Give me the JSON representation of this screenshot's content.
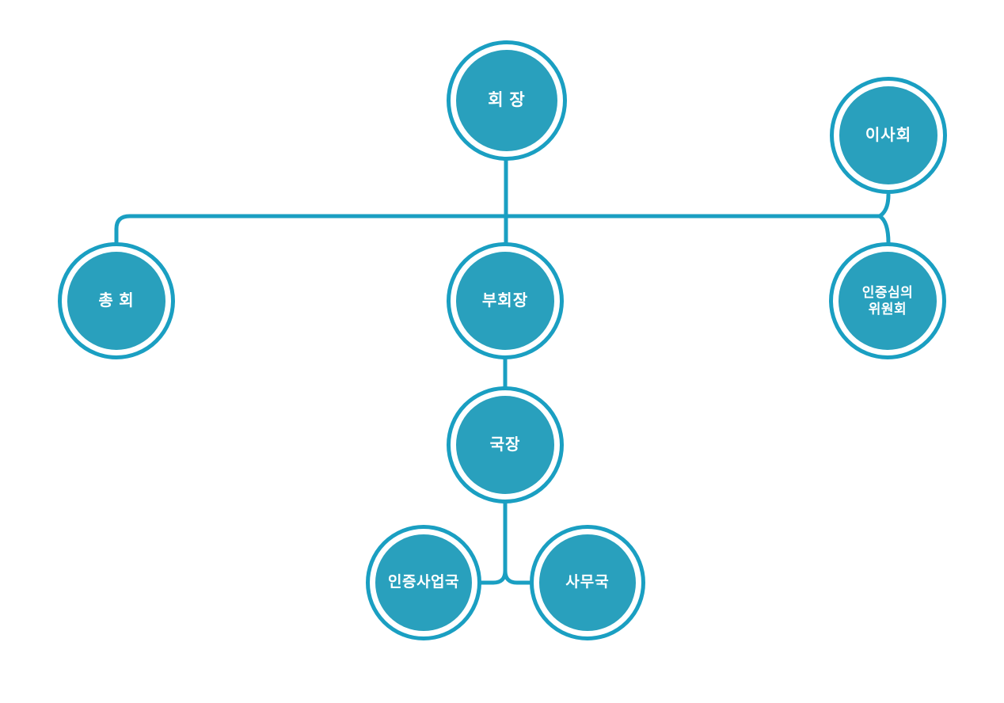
{
  "diagram": {
    "type": "org-chart",
    "background": "#ffffff"
  },
  "colors": {
    "line": "#1a9fc2",
    "ring": "#1a9fc2",
    "node_fill": "#29a0bd",
    "label_text": "#ffffff"
  },
  "nodes": {
    "chairman": {
      "label": "회 장"
    },
    "board": {
      "label": "이사회"
    },
    "general_assembly": {
      "label": "총 회"
    },
    "vice_chairman": {
      "label": "부회장"
    },
    "cert_review_committee": {
      "label": "인증심의\n위원회"
    },
    "director": {
      "label": "국장"
    },
    "cert_business_bureau": {
      "label": "인증사업국"
    },
    "secretariat": {
      "label": "사무국"
    }
  },
  "links": [
    {
      "between": [
        "chairman",
        "vice_chairman"
      ]
    },
    {
      "between": [
        "chairman",
        "general_assembly"
      ]
    },
    {
      "between": [
        "chairman",
        "board"
      ]
    },
    {
      "between": [
        "board",
        "cert_review_committee"
      ]
    },
    {
      "between": [
        "vice_chairman",
        "director"
      ]
    },
    {
      "between": [
        "director",
        "cert_business_bureau"
      ]
    },
    {
      "between": [
        "director",
        "secretariat"
      ]
    }
  ]
}
